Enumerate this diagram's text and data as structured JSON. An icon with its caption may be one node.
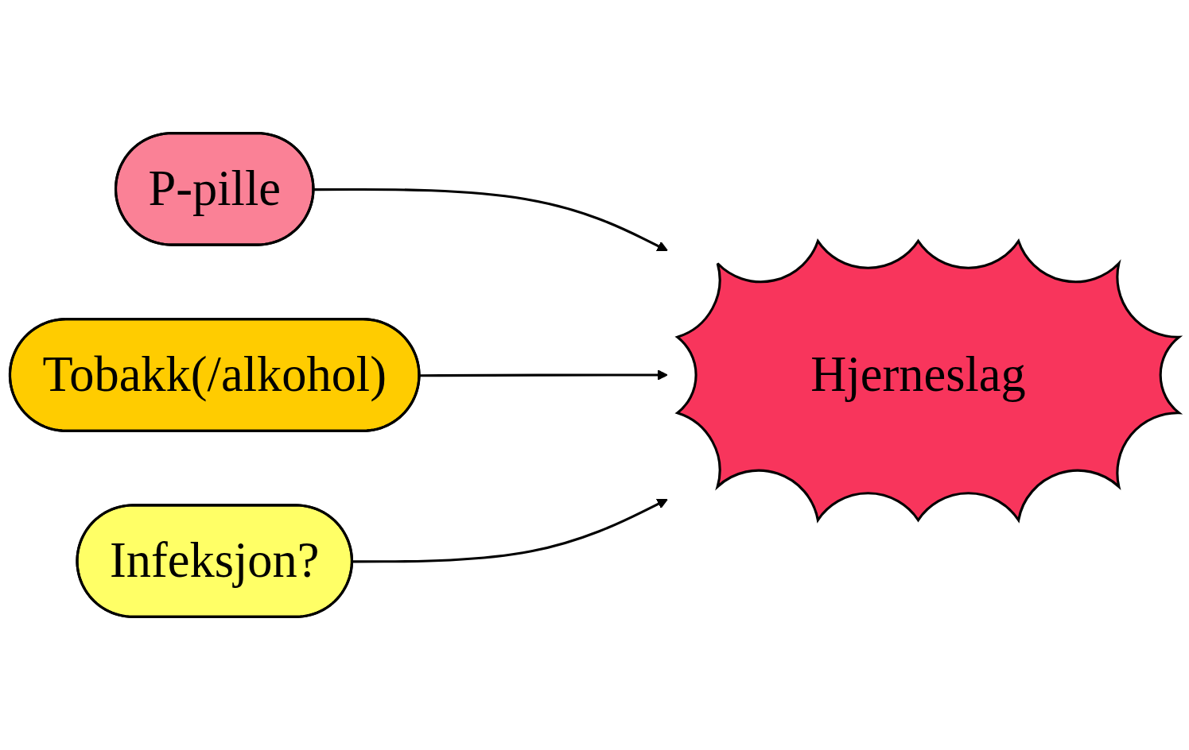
{
  "diagram": {
    "nodes": [
      {
        "text": [
          "P-pille"
        ]
      },
      {
        "text": [
          "Tobakk(/alkohol)"
        ]
      },
      {
        "text": [
          "Infeksjon?"
        ]
      },
      {
        "text": [
          "Hjerneslag"
        ]
      }
    ],
    "edges": [
      {
        "from": 0,
        "to": 3,
        "arrow": "to"
      },
      {
        "from": 1,
        "to": 3,
        "arrow": "to"
      },
      {
        "from": 2,
        "to": 3,
        "arrow": "to"
      }
    ]
  }
}
